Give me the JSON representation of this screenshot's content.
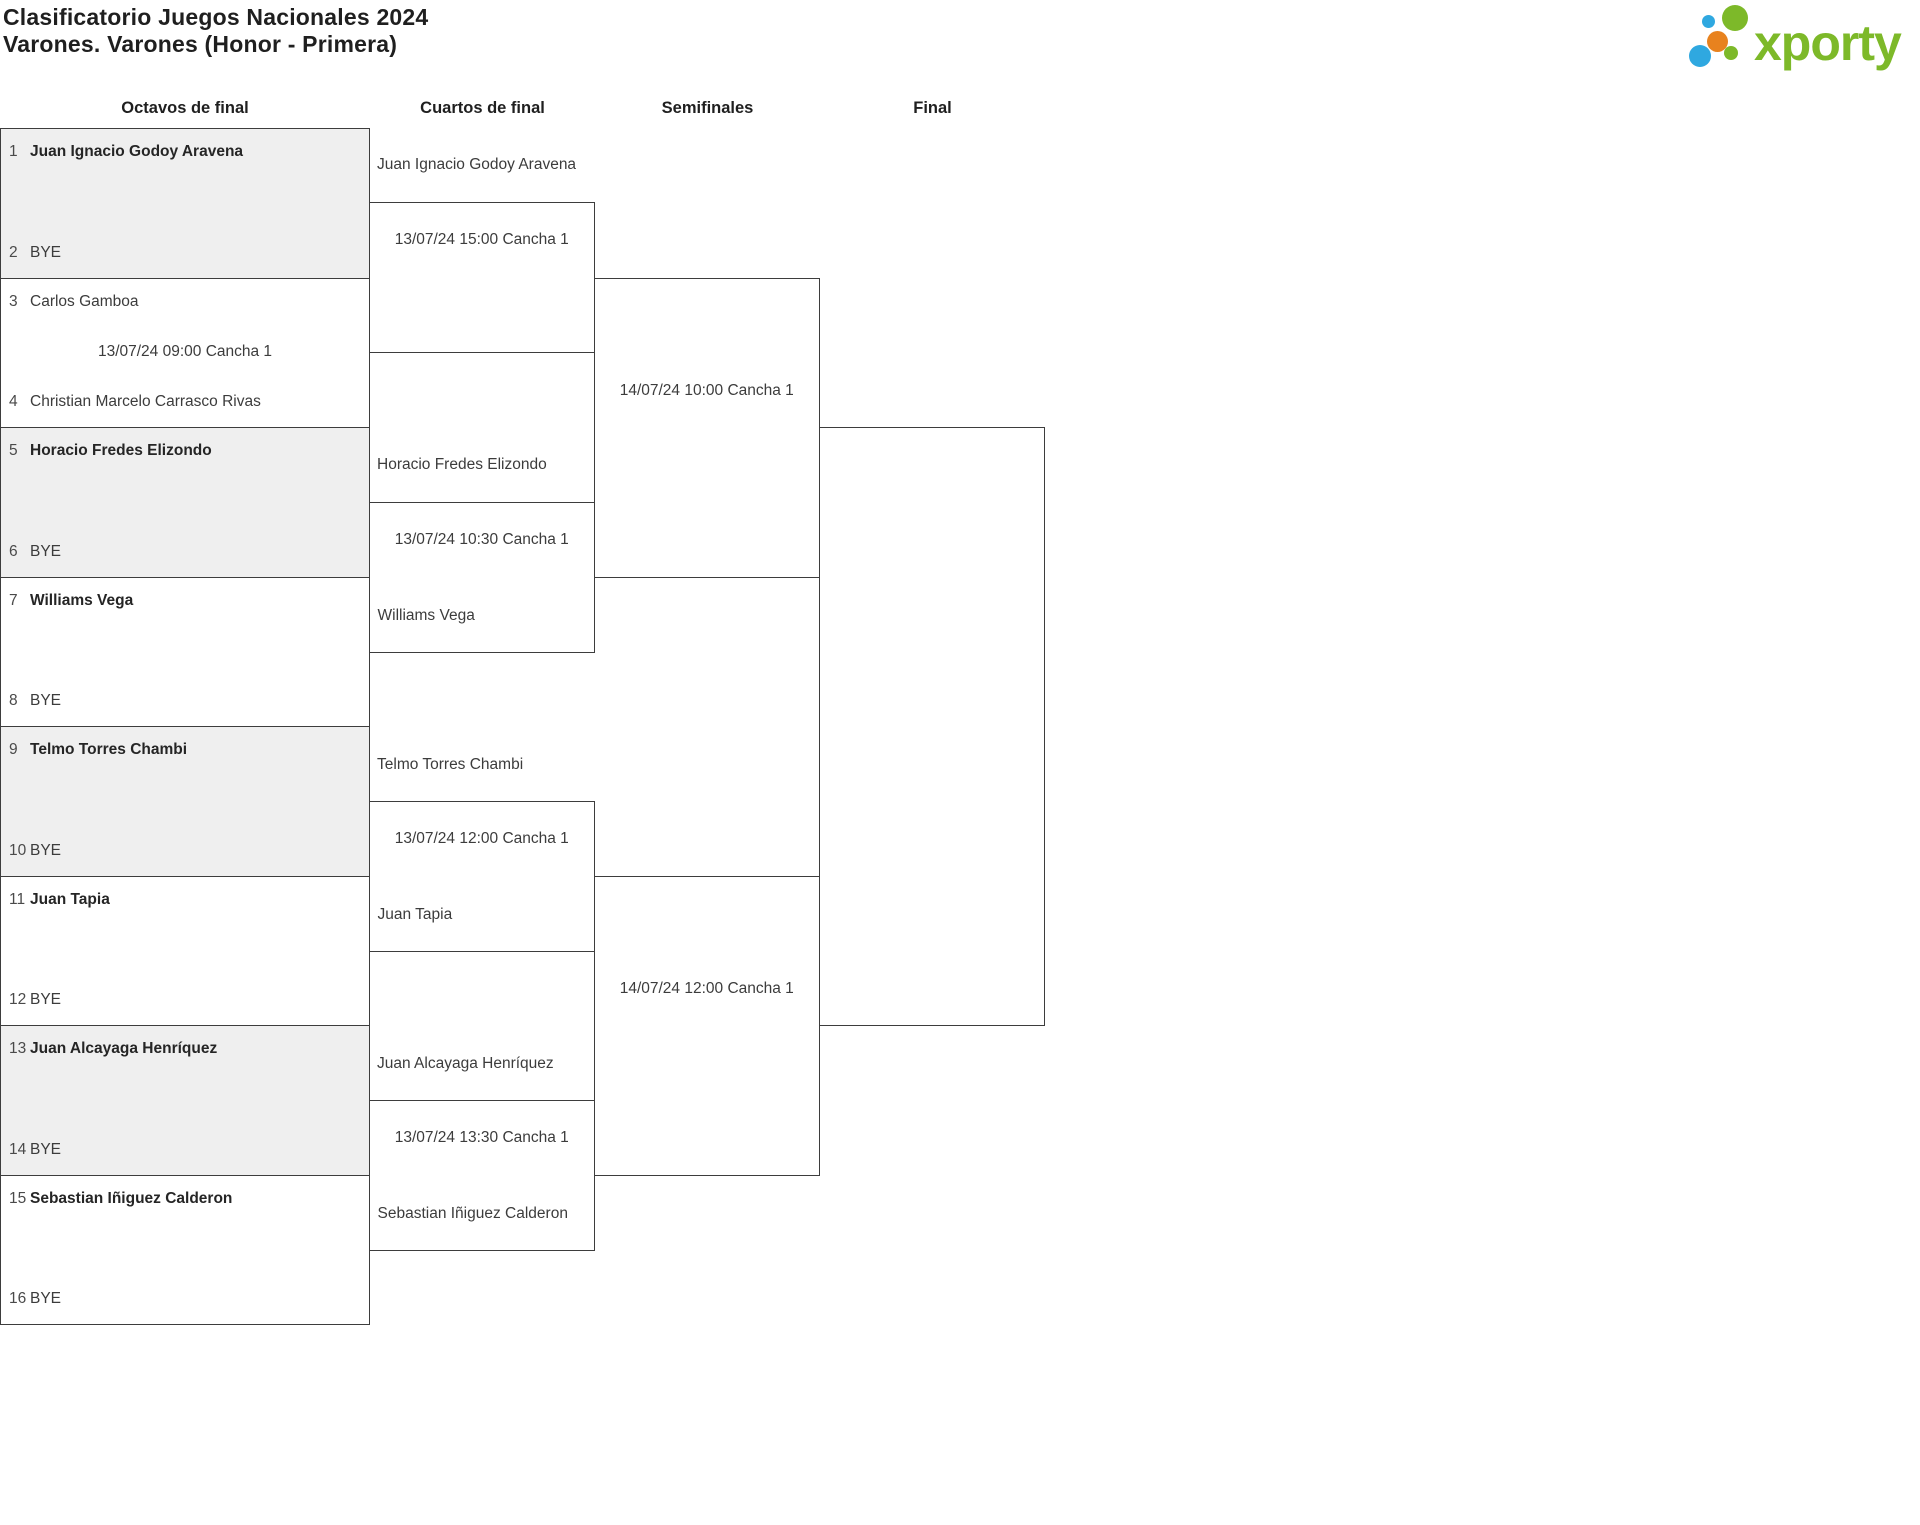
{
  "header": {
    "title": "Clasificatorio Juegos Nacionales 2024",
    "subtitle": "Varones. Varones (Honor - Primera)",
    "logo_text": "xporty"
  },
  "colors": {
    "brand_green": "#7db929",
    "brand_blue": "#2fa8e0",
    "brand_orange": "#e8821e",
    "bracket_line": "#3d3d3d",
    "shaded_box_bg": "#efefef",
    "text": "#3c3c3c"
  },
  "columns": {
    "octavos": "Octavos de final",
    "cuartos": "Cuartos de final",
    "semifinales": "Semifinales",
    "final": "Final"
  },
  "rounds": {
    "octavos": [
      {
        "seed_top": "1",
        "player_top": "Juan Ignacio Godoy Aravena",
        "seed_bottom": "2",
        "player_bottom": "BYE",
        "schedule": ""
      },
      {
        "seed_top": "3",
        "player_top": "Carlos Gamboa",
        "seed_bottom": "4",
        "player_bottom": "Christian Marcelo Carrasco Rivas",
        "schedule": "13/07/24 09:00 Cancha 1"
      },
      {
        "seed_top": "5",
        "player_top": "Horacio Fredes Elizondo",
        "seed_bottom": "6",
        "player_bottom": "BYE",
        "schedule": ""
      },
      {
        "seed_top": "7",
        "player_top": "Williams Vega",
        "seed_bottom": "8",
        "player_bottom": "BYE",
        "schedule": ""
      },
      {
        "seed_top": "9",
        "player_top": "Telmo Torres Chambi",
        "seed_bottom": "10",
        "player_bottom": "BYE",
        "schedule": ""
      },
      {
        "seed_top": "11",
        "player_top": "Juan Tapia",
        "seed_bottom": "12",
        "player_bottom": "BYE",
        "schedule": ""
      },
      {
        "seed_top": "13",
        "player_top": "Juan Alcayaga Henríquez",
        "seed_bottom": "14",
        "player_bottom": "BYE",
        "schedule": ""
      },
      {
        "seed_top": "15",
        "player_top": "Sebastian Iñiguez Calderon",
        "seed_bottom": "16",
        "player_bottom": "BYE",
        "schedule": ""
      }
    ],
    "cuartos": [
      {
        "player_top": "Juan Ignacio Godoy Aravena",
        "player_bottom": "",
        "schedule": "13/07/24 15:00 Cancha 1"
      },
      {
        "player_top": "Horacio Fredes Elizondo",
        "player_bottom": "Williams Vega",
        "schedule": "13/07/24 10:30 Cancha 1"
      },
      {
        "player_top": "Telmo Torres Chambi",
        "player_bottom": "Juan Tapia",
        "schedule": "13/07/24 12:00 Cancha 1"
      },
      {
        "player_top": "Juan Alcayaga Henríquez",
        "player_bottom": "Sebastian Iñiguez Calderon",
        "schedule": "13/07/24 13:30 Cancha 1"
      }
    ],
    "semifinales": [
      {
        "schedule": "14/07/24 10:00 Cancha 1"
      },
      {
        "schedule": "14/07/24 12:00 Cancha 1"
      }
    ]
  }
}
